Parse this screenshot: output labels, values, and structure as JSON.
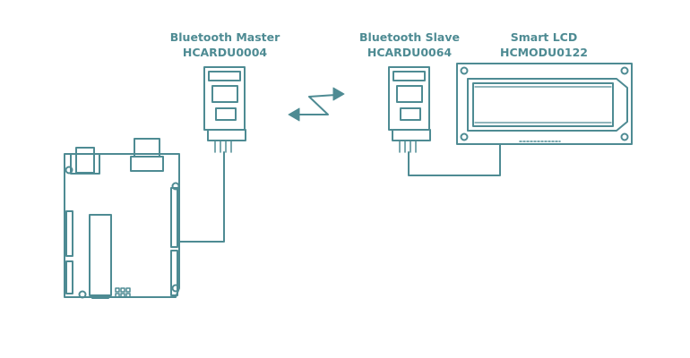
{
  "colors": {
    "stroke": "#4e8b93",
    "fill": "#ffffff",
    "background": "#ffffff"
  },
  "labels": {
    "master_name": "Bluetooth Master",
    "master_code": "HCARDU0004",
    "slave_name": "Bluetooth Slave",
    "slave_code": "HCARDU0064",
    "lcd_name": "Smart LCD",
    "lcd_code": "HCMODU0122"
  },
  "components": [
    {
      "id": "arduino-board",
      "kind": "microcontroller-board"
    },
    {
      "id": "bluetooth-master",
      "kind": "bluetooth-module"
    },
    {
      "id": "bluetooth-slave",
      "kind": "bluetooth-module"
    },
    {
      "id": "smart-lcd",
      "kind": "lcd-display"
    }
  ],
  "connections": [
    {
      "from": "arduino-board",
      "to": "bluetooth-master",
      "kind": "wire"
    },
    {
      "from": "bluetooth-master",
      "to": "bluetooth-slave",
      "kind": "wireless"
    },
    {
      "from": "bluetooth-slave",
      "to": "smart-lcd",
      "kind": "wire"
    }
  ]
}
